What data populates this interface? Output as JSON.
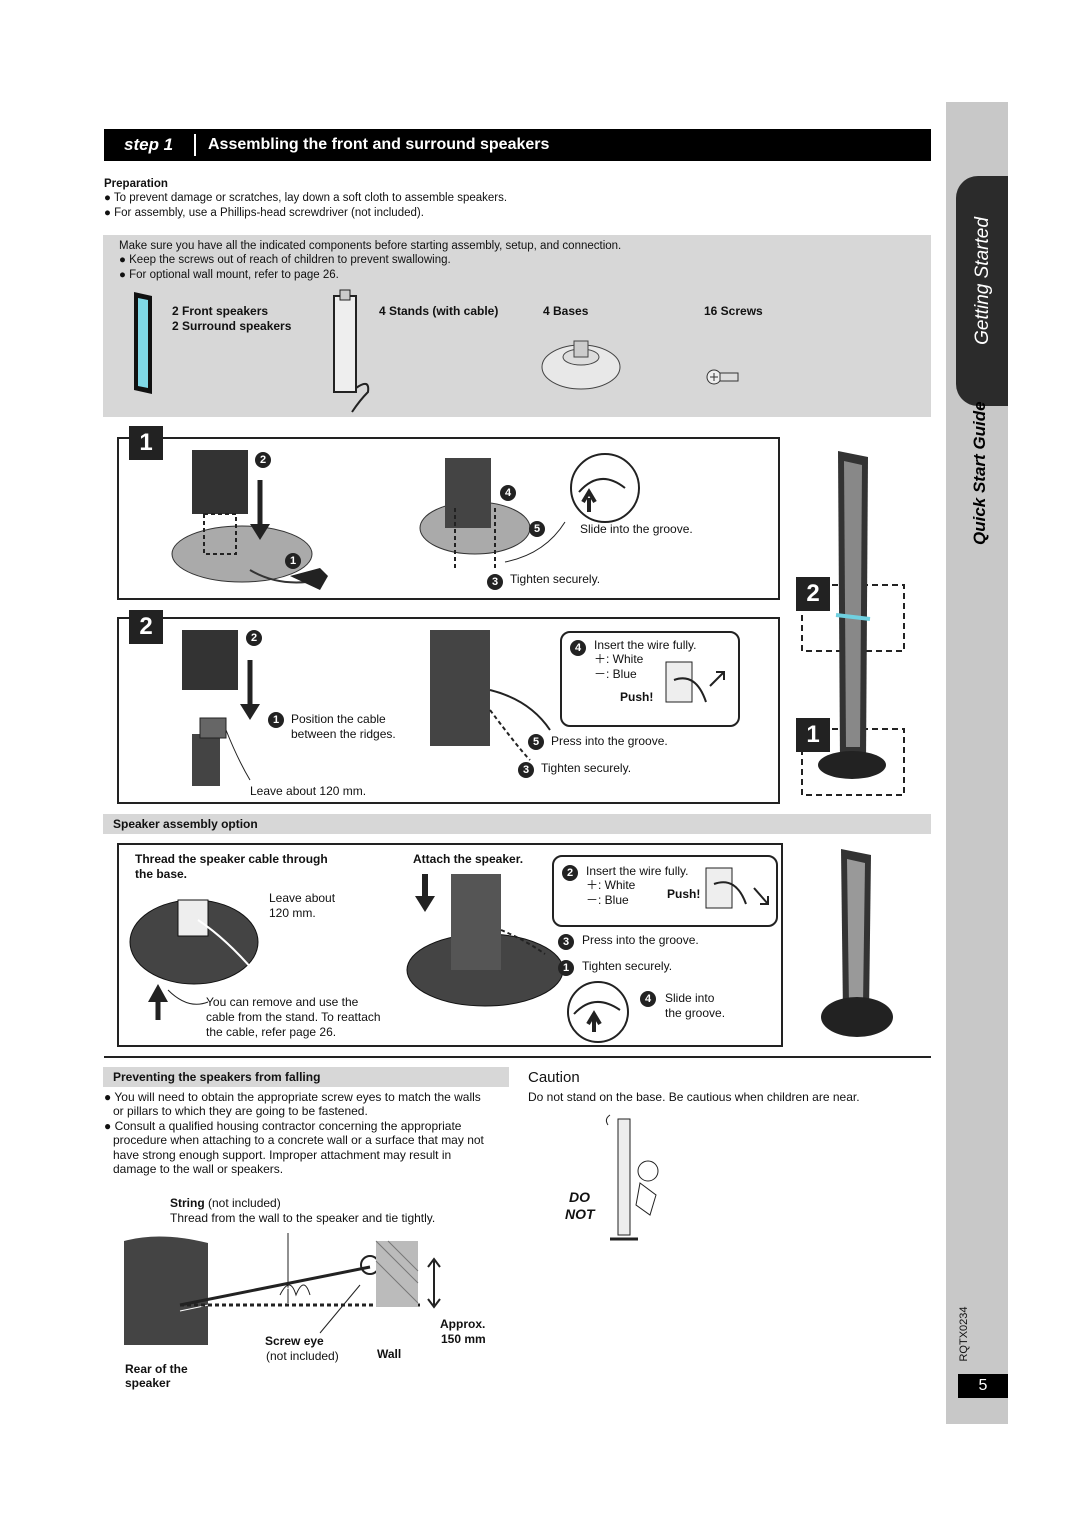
{
  "header": {
    "step_label": "step 1",
    "title": "Assembling the front and surround speakers"
  },
  "preparation": {
    "heading": "Preparation",
    "bullets": [
      "● To prevent damage or scratches, lay down a soft cloth to assemble speakers.",
      "● For assembly, use a Phillips-head screwdriver (not included)."
    ]
  },
  "components": {
    "intro": "Make sure you have all the indicated components before starting assembly, setup, and connection.",
    "bullets": [
      "● Keep the screws out of reach of children to prevent swallowing.",
      "● For optional wall mount, refer to page 26."
    ],
    "items": [
      "2 Front speakers",
      "2 Surround speakers",
      "4 Stands (with cable)",
      "4 Bases",
      "16 Screws"
    ]
  },
  "step1": {
    "number": "1",
    "c1": "1",
    "c2": "2",
    "c3": "3",
    "c4": "4",
    "c5": "5",
    "slide": "Slide into the groove.",
    "tighten": "Tighten securely."
  },
  "step2": {
    "number": "2",
    "c1": "1",
    "c2": "2",
    "c3": "3",
    "c4": "4",
    "c5": "5",
    "position_cable": [
      "Position the cable",
      "between the ridges."
    ],
    "leave": "Leave about 120 mm.",
    "insert": "Insert the wire fully.",
    "white": "＋: White",
    "blue": "－: Blue",
    "push": "Push!",
    "press": "Press into the groove.",
    "tighten": "Tighten securely."
  },
  "side_diagram": {
    "n2": "2",
    "n1": "1"
  },
  "option": {
    "heading": "Speaker assembly option",
    "thread": [
      "Thread the speaker cable through",
      "the base."
    ],
    "leave": [
      "Leave about",
      "120 mm."
    ],
    "remove": [
      "You can remove and use the",
      "cable from the stand. To reattach",
      "the cable, refer page 26."
    ],
    "attach": "Attach the speaker.",
    "c1": "1",
    "c2": "2",
    "c3": "3",
    "c4": "4",
    "insert": "Insert the wire fully.",
    "white": "＋: White",
    "blue": "－: Blue",
    "push": "Push!",
    "press": "Press into the groove.",
    "tighten": "Tighten securely.",
    "slide": [
      "Slide into",
      "the groove."
    ]
  },
  "falling": {
    "heading": "Preventing the speakers from falling",
    "bullets": [
      "● You will need to obtain the appropriate screw eyes to match the walls",
      "or pillars to which they are going to be fastened.",
      "● Consult a qualified housing contractor concerning the appropriate",
      "procedure when attaching to a concrete wall or a surface that may not",
      "have strong enough support. Improper attachment may result in",
      "damage to the wall or speakers."
    ],
    "string_bold": "String",
    "string_rest": " (not included)",
    "thread_wall": "Thread from the wall to the speaker and tie tightly.",
    "approx": "Approx.",
    "mm": "150 mm",
    "screw_eye": "Screw eye",
    "not_included": "(not included)",
    "wall": "Wall",
    "rear": [
      "Rear of the",
      "speaker"
    ]
  },
  "caution": {
    "heading": "Caution",
    "text": "Do not stand on the base. Be cautious when children are near.",
    "do": "DO",
    "not": "NOT"
  },
  "sidebar": {
    "getting_started": "Getting Started",
    "quick_start": "Quick Start Guide",
    "code": "RQTX0234",
    "page": "5"
  }
}
